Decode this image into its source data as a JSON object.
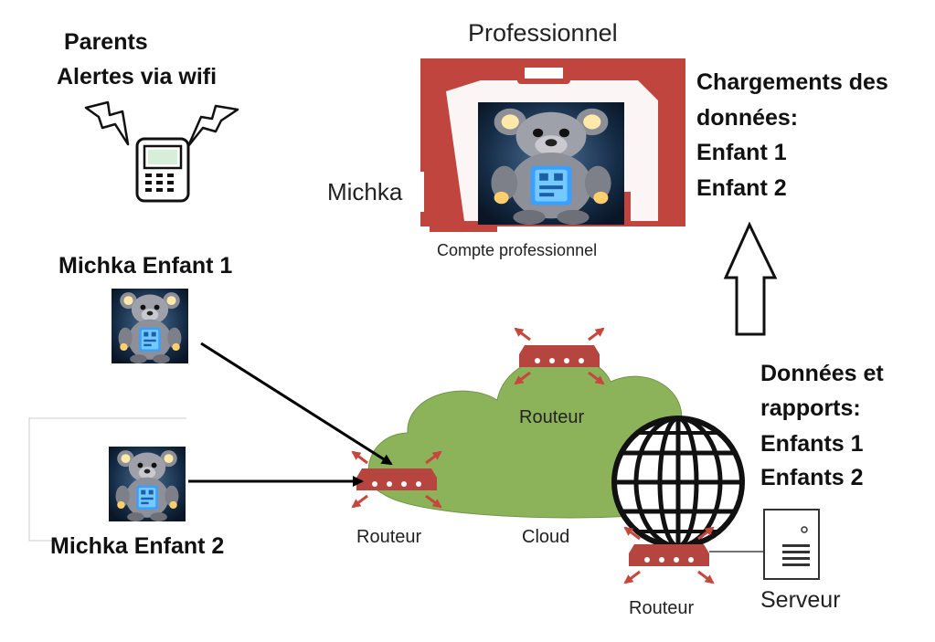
{
  "parents": {
    "title": "Parents",
    "subtitle": "Alertes via wifi"
  },
  "professional": {
    "title": "Professionnel",
    "app_name": "Michka",
    "caption": "Compte professionnel"
  },
  "uploads": {
    "lines": [
      "Chargements des",
      "données:",
      "Enfant 1",
      "Enfant 2"
    ]
  },
  "child1": {
    "label": "Michka Enfant 1"
  },
  "child2": {
    "label": "Michka Enfant 2"
  },
  "network": {
    "router_top": "Routeur",
    "router_left": "Routeur",
    "router_bottom": "Routeur",
    "cloud": "Cloud",
    "server": "Serveur"
  },
  "reports": {
    "lines": [
      "Données et",
      "rapports:",
      "Enfants 1",
      "Enfants 2"
    ]
  },
  "colors": {
    "router_red": "#b5453e",
    "cloud_green": "#8db35a",
    "panel_red": "#c1453f",
    "bear_screen": "#3aa0ff"
  },
  "icons": [
    "lightning-icon",
    "mobile-phone-icon",
    "teddy-bear-robot-icon",
    "router-icon",
    "globe-icon",
    "server-icon",
    "up-arrow-icon"
  ]
}
